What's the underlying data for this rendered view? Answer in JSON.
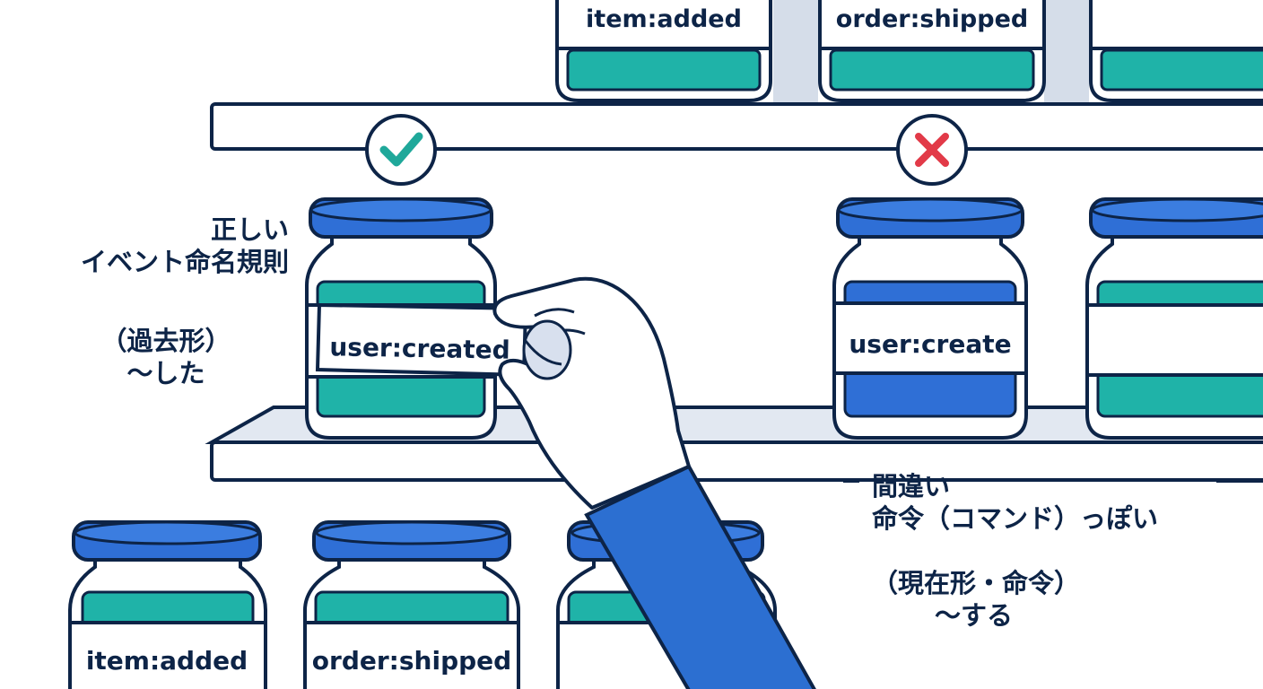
{
  "colors": {
    "navy": "#0d2447",
    "lid_blue": "#2f6fd6",
    "teal": "#1fb3a8",
    "shelf_fill": "#e2e8f1",
    "sleeve_blue": "#2c6fd1",
    "check": "#1fa89a",
    "cross": "#e23a48"
  },
  "icons": {
    "correct": "check-icon",
    "wrong": "cross-icon"
  },
  "jars": {
    "top_left": "item:added",
    "top_middle": "order:shipped",
    "correct": "user:created",
    "wrong": "user:create",
    "bottom_left": "item:added",
    "bottom_middle": "order:shipped"
  },
  "annotations": {
    "correct": {
      "line1": "正しい",
      "line2": "イベント命名規則",
      "line3": "（過去形）",
      "line4": "〜した"
    },
    "wrong": {
      "line1": "間違い",
      "line2": "命令（コマンド）っぽい",
      "line3": "（現在形・命令）",
      "line4": "〜する"
    }
  }
}
